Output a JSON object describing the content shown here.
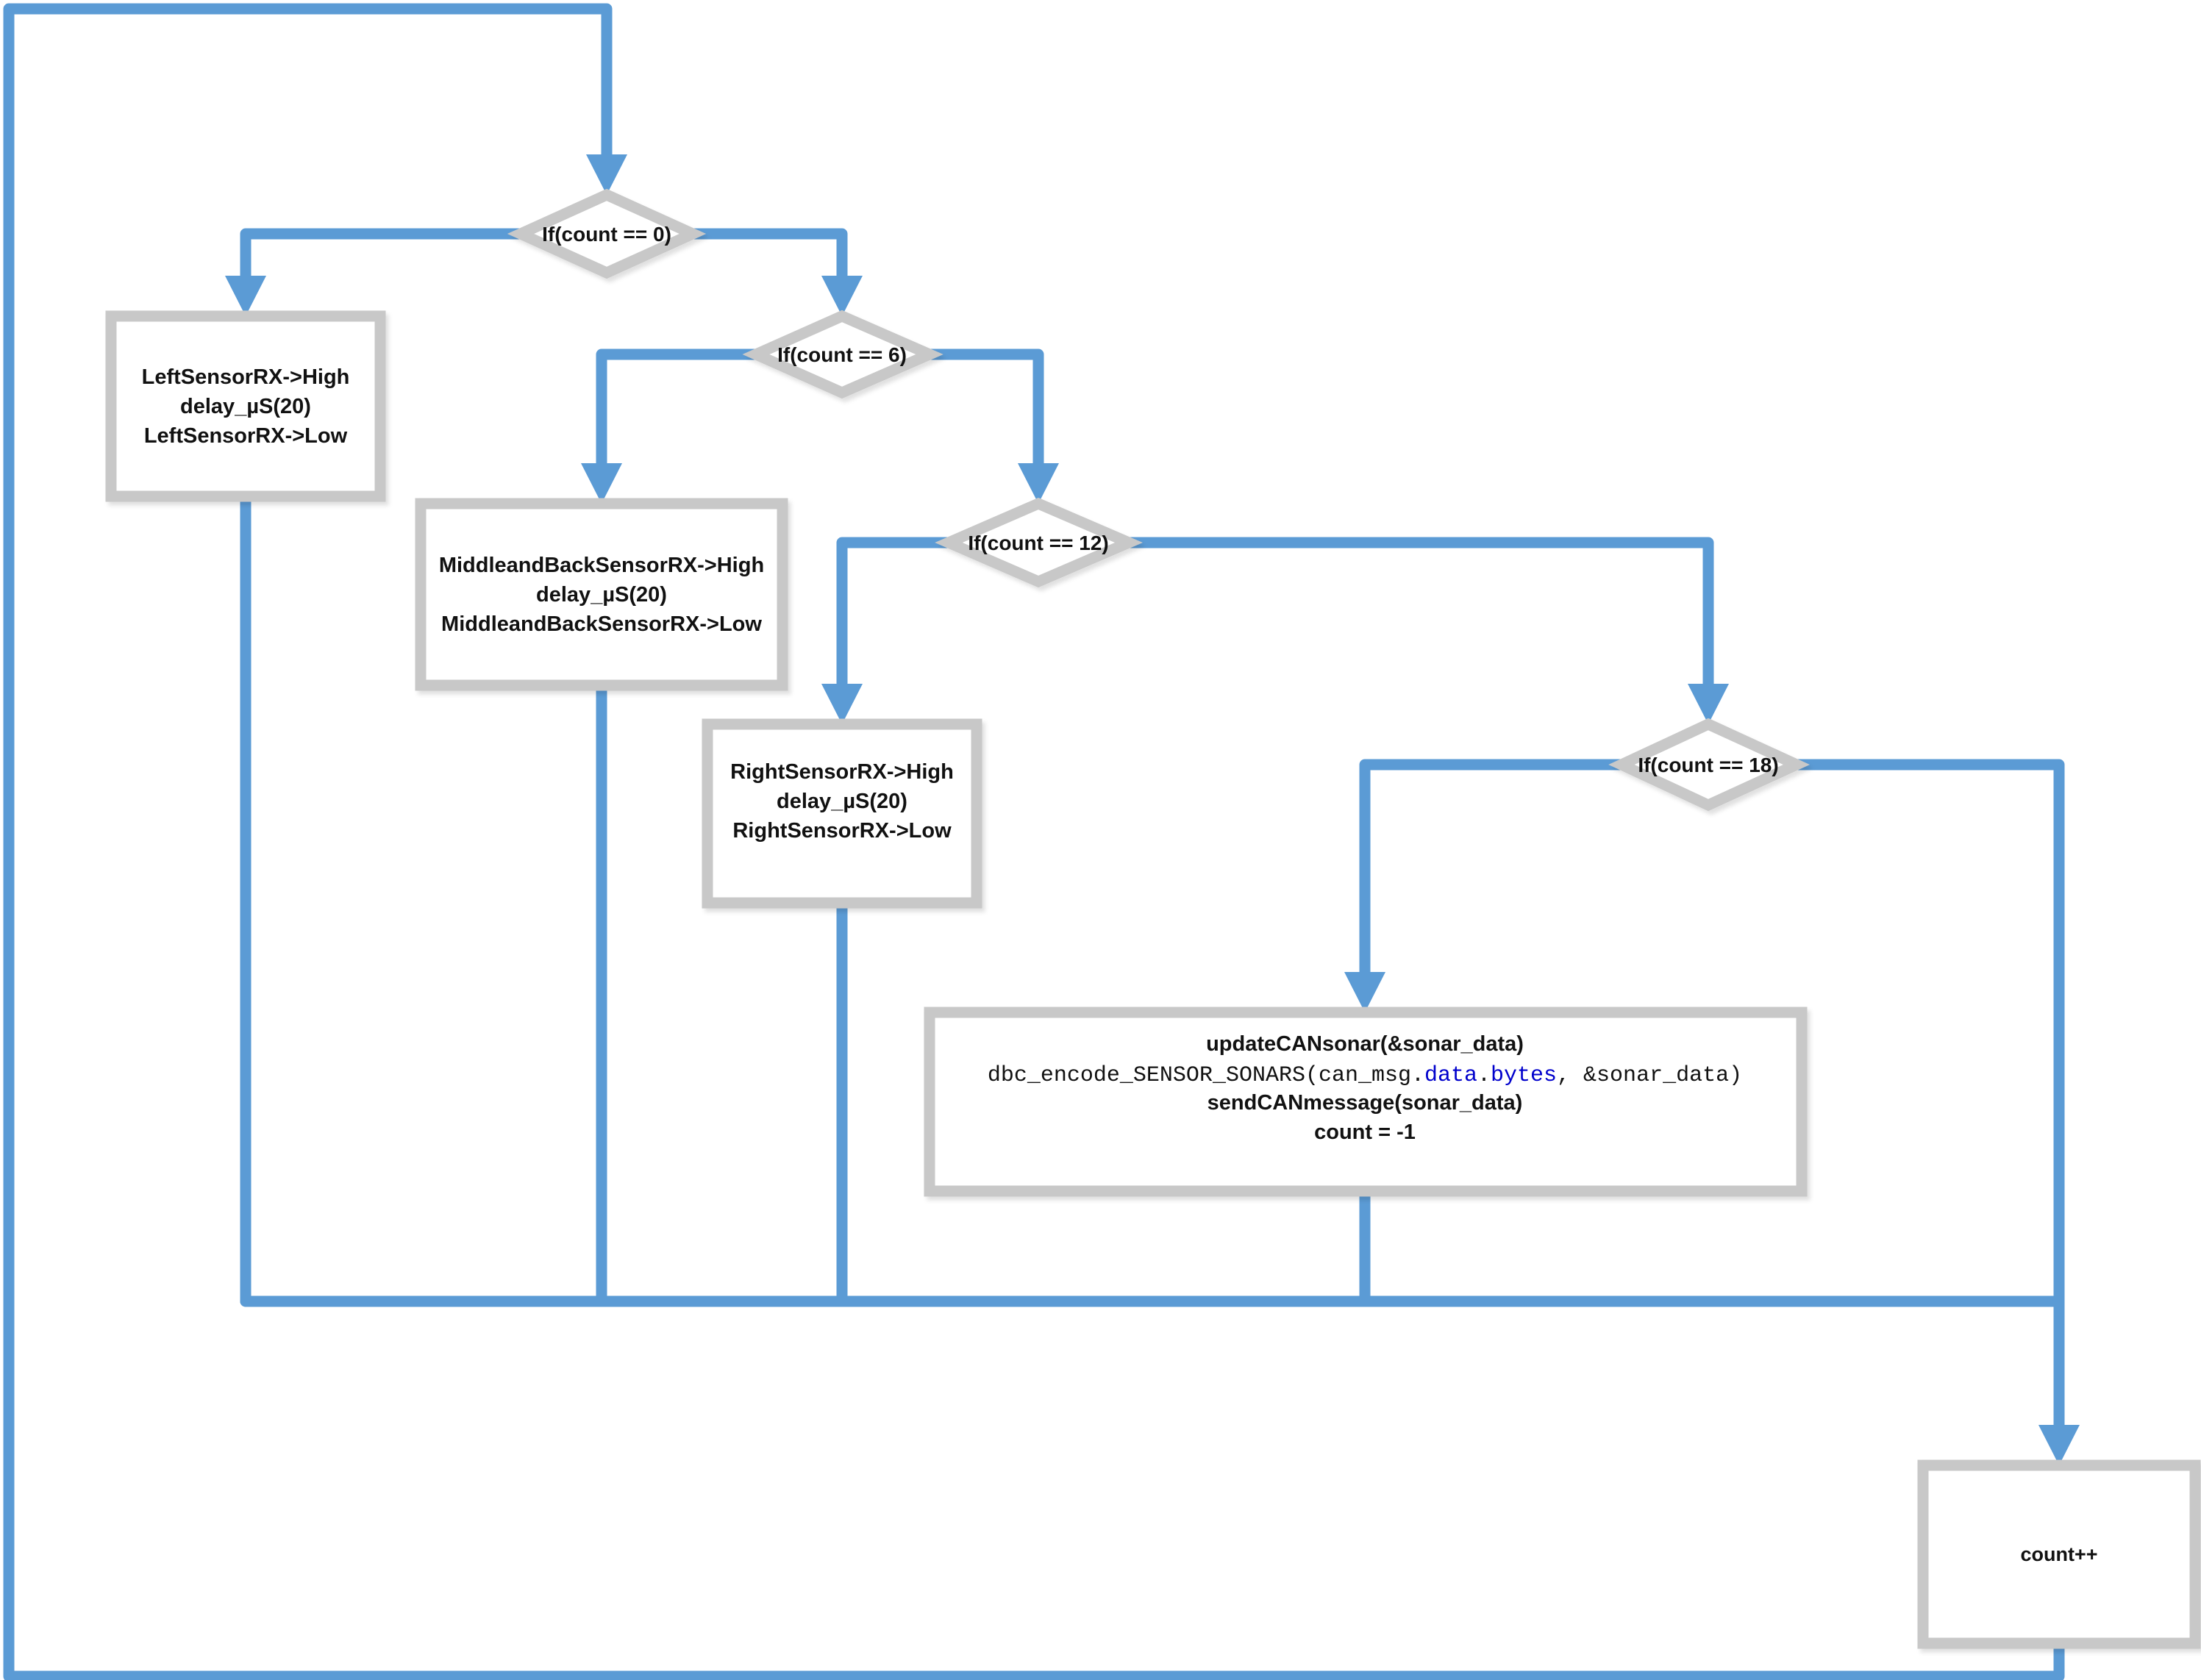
{
  "colors": {
    "connector": "#5b9bd5",
    "shape_border": "#c8c8c8",
    "shape_fill": "#ffffff",
    "text": "#111111",
    "code_keyword": "#0000cc"
  },
  "decisions": {
    "d0": "If(count == 0)",
    "d6": "If(count == 6)",
    "d12": "If(count == 12)",
    "d18": "If(count == 18)"
  },
  "left_box": {
    "line1": "LeftSensorRX->High",
    "line2": "delay_µS(20)",
    "line3": "LeftSensorRX->Low"
  },
  "middle_box": {
    "line1": "MiddleandBackSensorRX->High",
    "line2": "delay_µS(20)",
    "line3": "MiddleandBackSensorRX->Low"
  },
  "right_box": {
    "line1": "RightSensorRX->High",
    "line2": "delay_µS(20)",
    "line3": "RightSensorRX->Low"
  },
  "can_box": {
    "line1": "updateCANsonar(&sonar_data)",
    "line2_prefix": "dbc_encode_SENSOR_SONARS(can_msg.",
    "line2_kw1": "data",
    "line2_dot": ".",
    "line2_kw2": "bytes",
    "line2_suffix": ", &sonar_data)",
    "line3": "sendCANmessage(sonar_data)",
    "line4": "count = -1"
  },
  "count_box": {
    "label": "count++"
  }
}
